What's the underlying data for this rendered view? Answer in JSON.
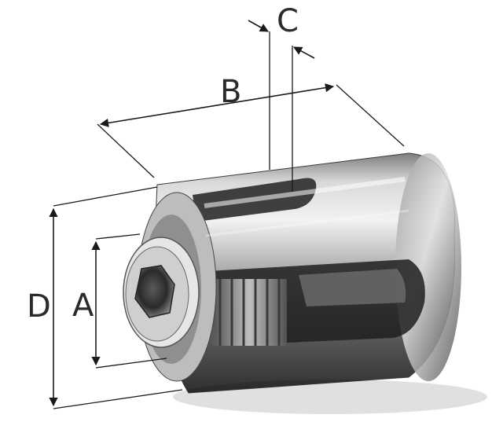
{
  "figure": {
    "subject_icon": "cable-clamp-fitting-icon",
    "dimensions": {
      "A": "A",
      "B": "B",
      "C": "C",
      "D": "D"
    }
  }
}
